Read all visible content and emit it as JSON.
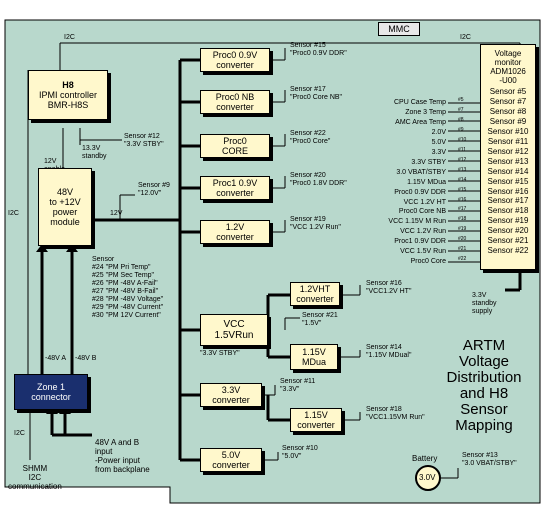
{
  "title": [
    "ARTM",
    "Voltage",
    "Distribution",
    "and H8",
    "Sensor",
    "Mapping"
  ],
  "colors": {
    "board": "#b8d8cc",
    "box": "#fff8cc",
    "zone": "#1a2f6e",
    "line": "#000000"
  },
  "top_bus": {
    "left": "I2C",
    "right": "I2C",
    "mmc": "MMC"
  },
  "h8": {
    "lines": [
      "H8",
      "IPMI controller",
      "BMR-H8S"
    ]
  },
  "power": {
    "lines": [
      "48V",
      "to +12V",
      "power",
      "module"
    ]
  },
  "zone": {
    "lines": [
      "Zone 1",
      "connector"
    ]
  },
  "monitor": {
    "title": [
      "Voltage",
      "monitor",
      "ADM1026",
      "-U00"
    ],
    "rows": [
      {
        "name": "CPU Case Temp",
        "pin": "#5",
        "sensor": "Sensor #5"
      },
      {
        "name": "Zone 3 Temp",
        "pin": "#7",
        "sensor": "Sensor #7"
      },
      {
        "name": "AMC Area Temp",
        "pin": "#8",
        "sensor": "Sensor #8"
      },
      {
        "name": "2.0V",
        "pin": "#9",
        "sensor": "Sensor #9"
      },
      {
        "name": "5.0V",
        "pin": "#10",
        "sensor": "Sensor #10"
      },
      {
        "name": "3.3V",
        "pin": "#11",
        "sensor": "Sensor #11"
      },
      {
        "name": "3.3V STBY",
        "pin": "#12",
        "sensor": "Sensor #12"
      },
      {
        "name": "3.0 VBAT/STBY",
        "pin": "#13",
        "sensor": "Sensor #13"
      },
      {
        "name": "1.15V MDua",
        "pin": "#14",
        "sensor": "Sensor #14"
      },
      {
        "name": "Proc0 0.9V DDR",
        "pin": "#15",
        "sensor": "Sensor #15"
      },
      {
        "name": "VCC 1.2V HT",
        "pin": "#16",
        "sensor": "Sensor #16"
      },
      {
        "name": "Proc0 Core NB",
        "pin": "#17",
        "sensor": "Sensor #17"
      },
      {
        "name": "VCC 1.15V M Run",
        "pin": "#18",
        "sensor": "Sensor #18"
      },
      {
        "name": "VCC 1.2V Run",
        "pin": "#19",
        "sensor": "Sensor #19"
      },
      {
        "name": "Proc1 0.9V DDR",
        "pin": "#20",
        "sensor": "Sensor #20"
      },
      {
        "name": "VCC 1.5V Run",
        "pin": "#21",
        "sensor": "Sensor #21"
      },
      {
        "name": "Proc0 Core",
        "pin": "#22",
        "sensor": "Sensor #22"
      }
    ]
  },
  "converters": [
    {
      "name": [
        "Proc0 0.9V",
        "converter"
      ],
      "sensor": [
        "Sensor #15",
        "\"Proc0 0.9V DDR\""
      ]
    },
    {
      "name": [
        "Proc0 NB",
        "converter"
      ],
      "sensor": [
        "Sensor #17",
        "\"Proc0 Core NB\""
      ]
    },
    {
      "name": [
        "Proc0",
        "CORE"
      ],
      "sensor": [
        "Sensor #22",
        "\"Proc0 Core\""
      ]
    },
    {
      "name": [
        "Proc1 0.9V",
        "converter"
      ],
      "sensor": [
        "Sensor #20",
        "\"Proc0 1.8V DDR\""
      ]
    },
    {
      "name": [
        "1.2V",
        "converter"
      ],
      "sensor": [
        "Sensor #19",
        "\"VCC 1.2V Run\""
      ]
    }
  ],
  "vcc15": {
    "name": [
      "VCC",
      "1.5VRun"
    ],
    "sensor": [
      "Sensor #21",
      "\"1.5V\""
    ],
    "note": "\"3.3V STBY\""
  },
  "ht12": {
    "name": [
      "1.2VHT",
      "converter"
    ],
    "sensor": [
      "Sensor #16",
      "\"VCC1.2V HT\""
    ]
  },
  "mdua": {
    "name": [
      "1.15V",
      "MDua"
    ],
    "sensor": [
      "Sensor #14",
      "\"1.15V MDual\""
    ]
  },
  "c33": {
    "name": [
      "3.3V",
      "converter"
    ],
    "sensor": [
      "Sensor #11",
      "\"3.3V\""
    ]
  },
  "c115": {
    "name": [
      "1.15V",
      "converter"
    ],
    "sensor": [
      "Sensor #18",
      "\"VCC1.15VM Run\""
    ]
  },
  "c50": {
    "name": [
      "5.0V",
      "converter"
    ],
    "sensor": [
      "Sensor #10",
      "\"5.0V\""
    ]
  },
  "battery": {
    "label": "Battery",
    "value": "3.0V",
    "sensor": [
      "Sensor #13",
      "\"3.0 VBAT/STBY\""
    ]
  },
  "labels": {
    "sensor12": [
      "Sensor #12",
      "\"3.3V STBY\""
    ],
    "stby": [
      "13.3V",
      "standby"
    ],
    "enable": [
      "12V",
      "enable"
    ],
    "sensor9": [
      "Sensor #9",
      "\"12.0V\""
    ],
    "v12": "12V",
    "i2c_left": "I2C",
    "i2c_bottom": "I2C",
    "minus48a": "-48V A",
    "minus48b": "-48V B",
    "standby_supply": [
      "3.3V",
      "standby",
      "supply"
    ],
    "power_sensors": [
      "Sensor",
      "#24 \"PM Pri Temp\"",
      "#25 \"PM Sec Temp\"",
      "#26 \"PM -48V A-Fail\"",
      "#27 \"PM -48V B-Fail\"",
      "#28 \"PM -48V Voltage\"",
      "#29 \"PM -48V Current\"",
      "#30 \"PM 12V Current\""
    ],
    "shmm": [
      "SHMM",
      "I2C",
      "communication"
    ],
    "input48": [
      "48V A and B",
      "input",
      "-Power input",
      "from backplane"
    ]
  }
}
